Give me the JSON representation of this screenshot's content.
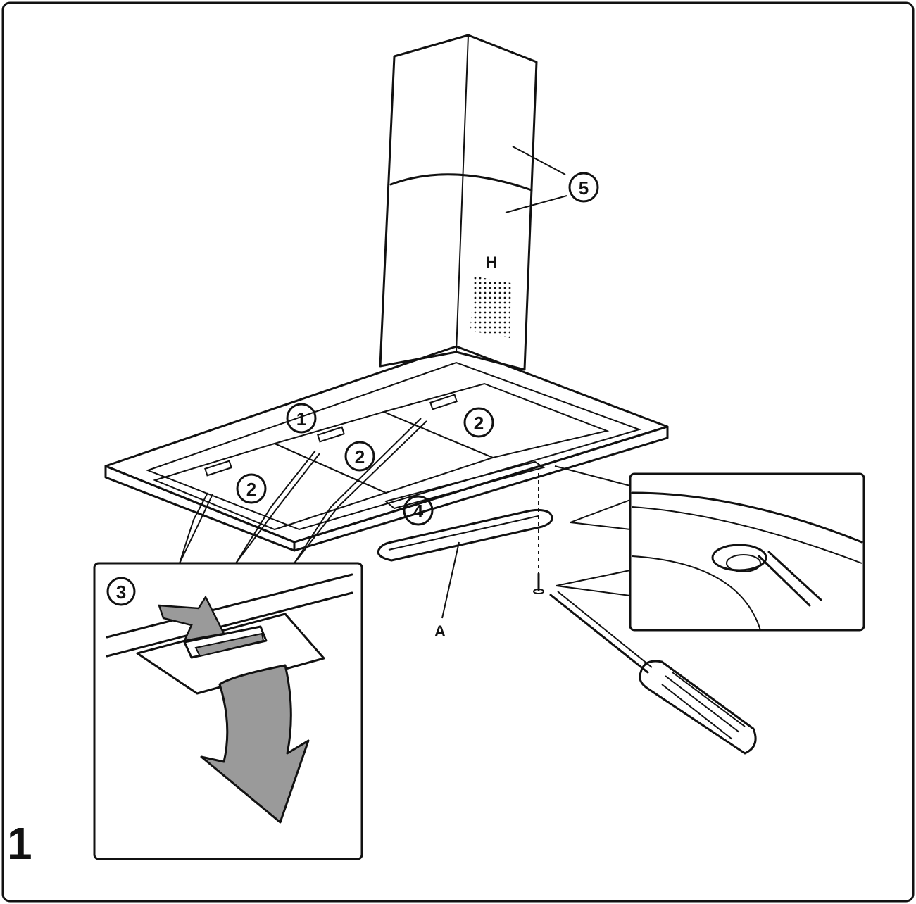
{
  "figure": {
    "number": "1",
    "callouts": {
      "hood_body": "1",
      "grease_filter": "2",
      "filter_release": "3",
      "light_unit": "4",
      "chimney": "5"
    },
    "letters": {
      "vent_grille": "H",
      "light_cover": "A"
    }
  },
  "colors": {
    "line": "#111111",
    "arrow_fill": "#9a9a9a",
    "background": "#ffffff"
  },
  "icons": [
    "screwdriver-icon",
    "screw-icon",
    "down-arrow-icon"
  ]
}
